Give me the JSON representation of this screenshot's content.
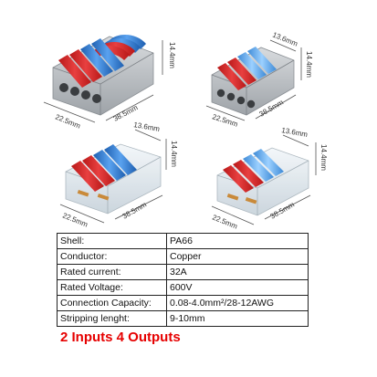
{
  "products": [
    {
      "dims": {
        "width": "22.5mm",
        "length": "38.5mm",
        "height": "14.4mm"
      }
    },
    {
      "dims": {
        "width": "22.5mm",
        "length": "38.5mm",
        "height": "14.4mm",
        "depth": "13.6mm"
      }
    },
    {
      "dims": {
        "width": "22.5mm",
        "length": "38.5mm",
        "height": "14.4mm",
        "depth": "13.6mm"
      }
    },
    {
      "dims": {
        "width": "22.5mm",
        "length": "38.5mm",
        "height": "14.4mm",
        "depth": "13.6mm"
      }
    }
  ],
  "specs": [
    {
      "label": "Shell:",
      "value": "PA66"
    },
    {
      "label": "Conductor:",
      "value": "Copper"
    },
    {
      "label": "Rated current:",
      "value": "32A"
    },
    {
      "label": "Rated Voltage:",
      "value": "600V"
    },
    {
      "label": "Connection Capacity:",
      "value": "0.08-4.0mm²/28-12AWG"
    },
    {
      "label": "Stripping lenght:",
      "value": "9-10mm"
    }
  ],
  "caption": "2 Inputs 4 Outputs",
  "colors": {
    "lever_red": "#d42a2a",
    "lever_blue": "#2f7fd9",
    "shell_grey": "#c6c9cc",
    "shell_clear": "#e8eef2",
    "caption": "#e60000"
  }
}
